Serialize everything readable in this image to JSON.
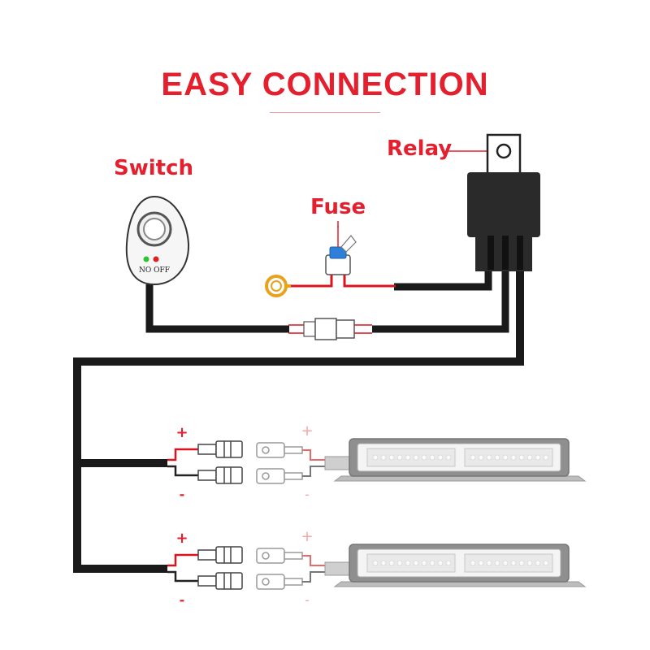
{
  "title": "EASY CONNECTION",
  "labels": {
    "switch": "Switch",
    "fuse": "Fuse",
    "relay": "Relay"
  },
  "switch_legend": "NO OFF",
  "polarity": {
    "plus": "+",
    "minus": "-"
  },
  "colors": {
    "accent": "#e4202e",
    "wire": "#1a1a1a",
    "red_wire": "#d8141e",
    "fuse_blue": "#2f7fd8",
    "ring": "#e8a21c",
    "led_green": "#2ec433",
    "led_red": "#e02020",
    "light_polarity": "#f3a7a7"
  }
}
